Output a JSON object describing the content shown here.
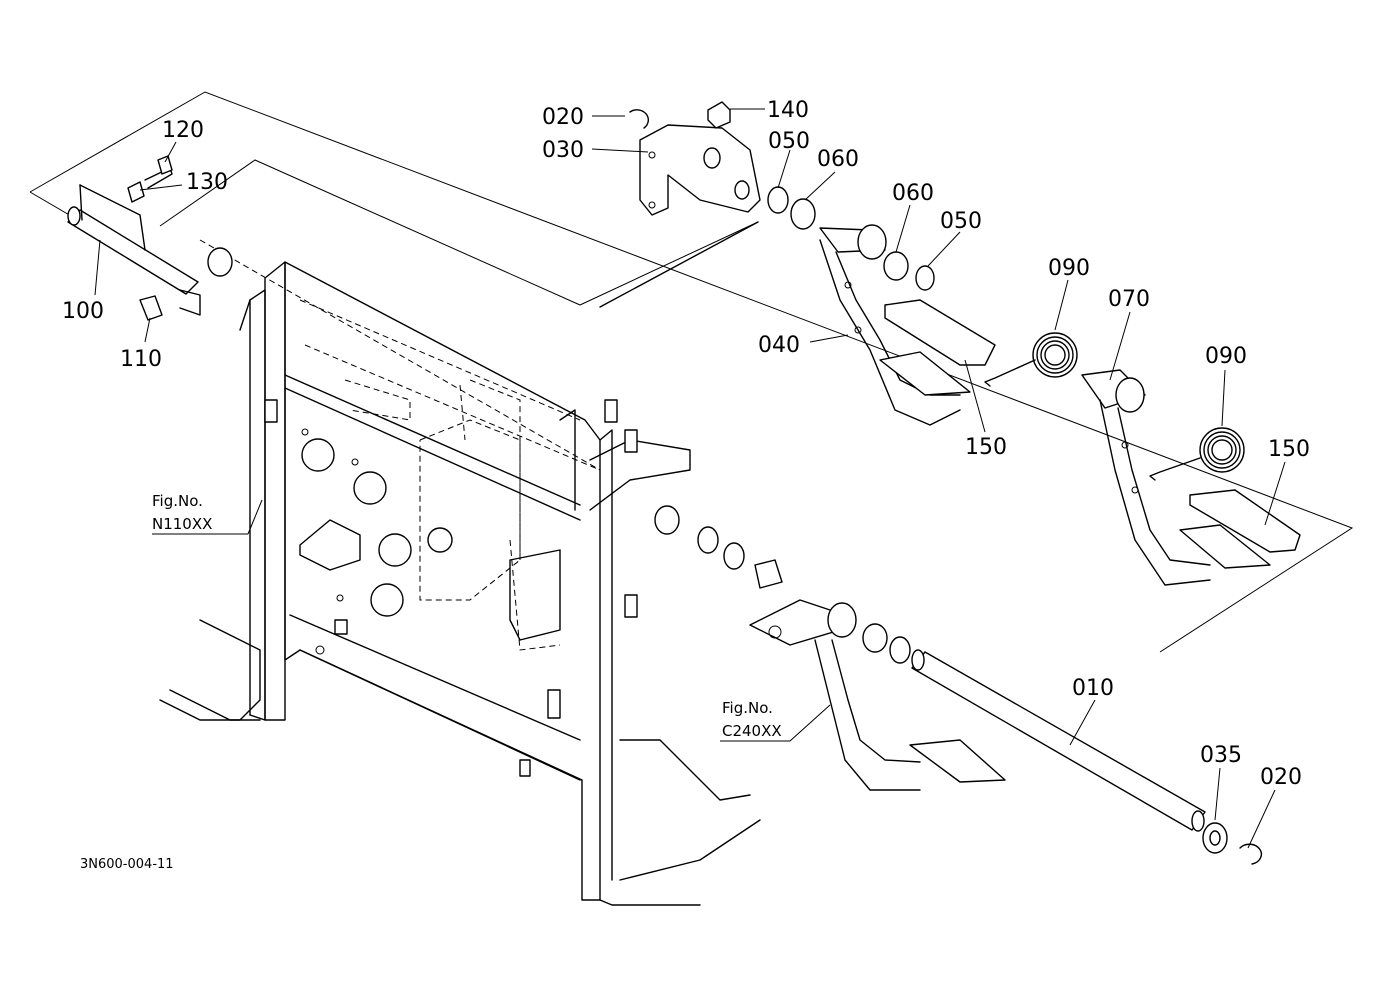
{
  "drawing_code": "3N600-004-11",
  "callouts": {
    "c020_top": "020",
    "c140": "140",
    "c030": "030",
    "c050_a": "050",
    "c060_a": "060",
    "c060_b": "060",
    "c050_b": "050",
    "c120": "120",
    "c130": "130",
    "c100": "100",
    "c110": "110",
    "c040": "040",
    "c090_a": "090",
    "c070": "070",
    "c150_a": "150",
    "c090_b": "090",
    "c150_b": "150",
    "c010": "010",
    "c035": "035",
    "c020_bottom": "020"
  },
  "fig_refs": {
    "n110_label": "Fig.No.",
    "n110_code": "N110XX",
    "c240_label": "Fig.No.",
    "c240_code": "C240XX"
  }
}
